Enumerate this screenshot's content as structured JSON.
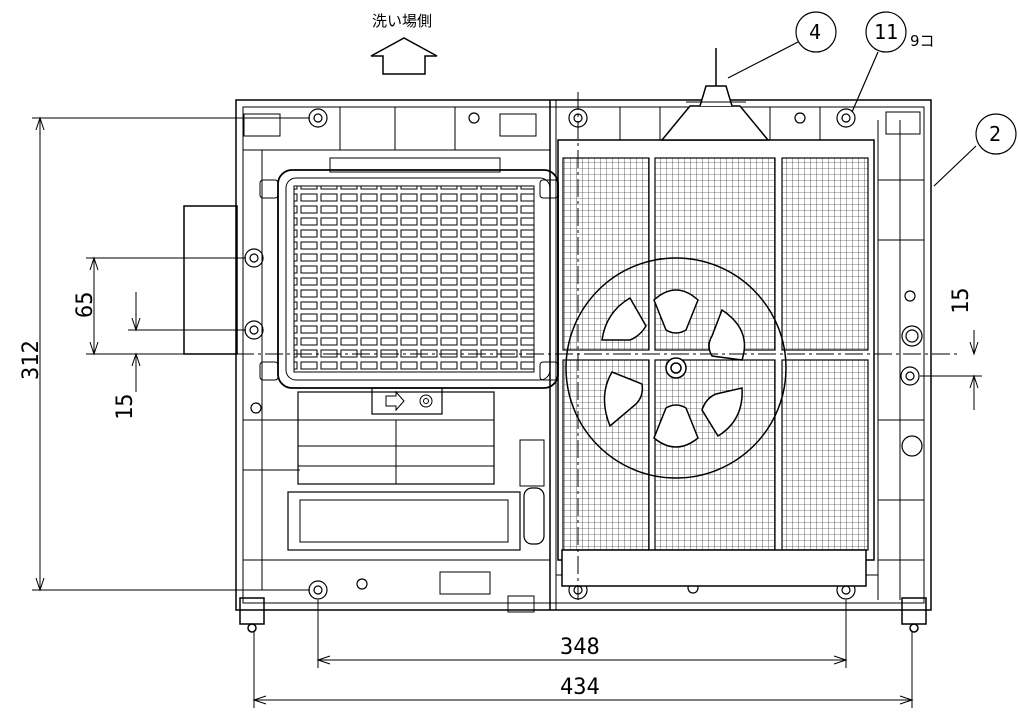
{
  "direction_label": "洗い場側",
  "dimensions": {
    "height_312": "312",
    "offset_65": "65",
    "offset_15_left": "15",
    "offset_15_right": "15",
    "width_348": "348",
    "width_434": "434"
  },
  "callouts": {
    "part_4": "4",
    "part_11": "11",
    "part_11_qty": "9コ",
    "part_2": "2"
  },
  "colors": {
    "line": "#000000",
    "background": "#ffffff"
  }
}
